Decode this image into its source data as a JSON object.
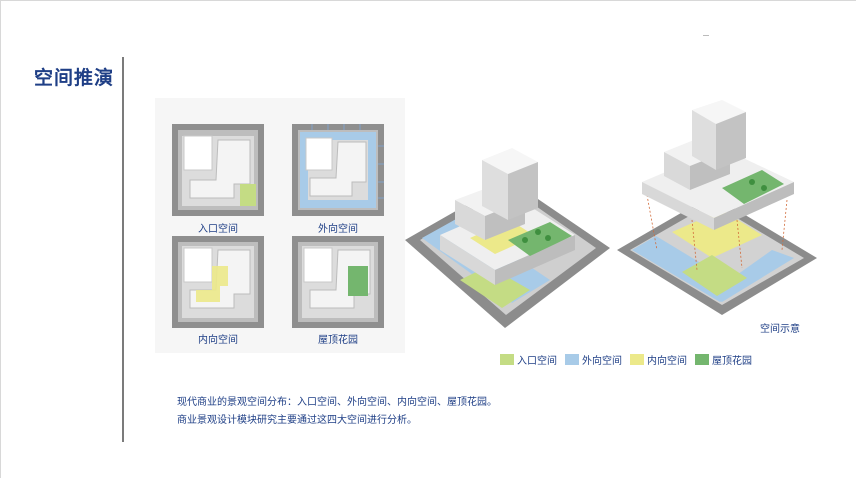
{
  "page": {
    "title": "空间推演"
  },
  "tiles": [
    {
      "label": "入口空间"
    },
    {
      "label": "外向空间"
    },
    {
      "label": "内向空间"
    },
    {
      "label": "屋顶花园"
    }
  ],
  "diagram": {
    "caption": "空间示意"
  },
  "legend": [
    {
      "label": "入口空间",
      "color": "#c4dc84"
    },
    {
      "label": "外向空间",
      "color": "#a8cbe8"
    },
    {
      "label": "内向空间",
      "color": "#ece98a"
    },
    {
      "label": "屋顶花园",
      "color": "#74b66e"
    }
  ],
  "description": {
    "line1": "现代商业的景观空间分布：入口空间、外向空间、内向空间、屋顶花园。",
    "line2": "商业景观设计模块研究主要通过这四大空间进行分析。"
  }
}
